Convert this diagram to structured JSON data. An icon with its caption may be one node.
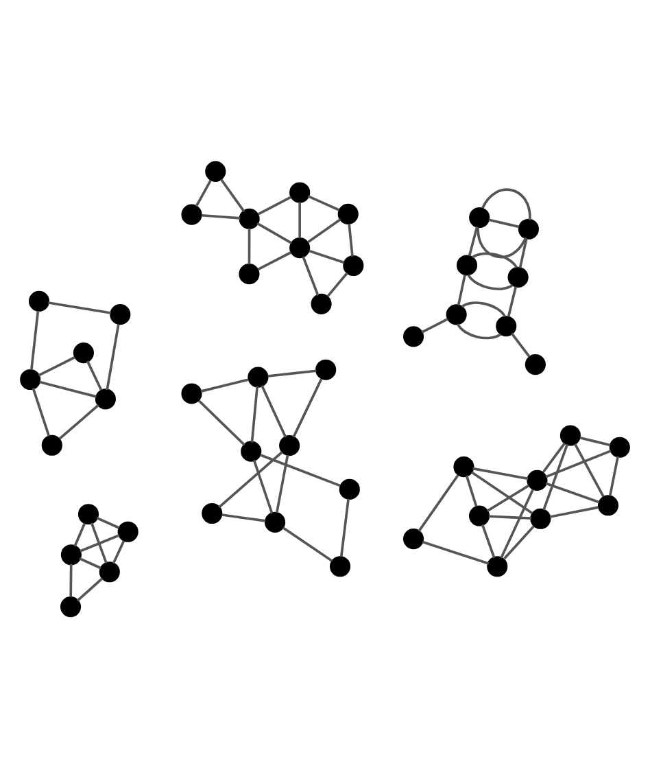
{
  "diagram": {
    "nodes": [
      {
        "text": [],
        "shape": "circle"
      },
      {
        "text": [],
        "shape": "circle"
      },
      {
        "text": [],
        "shape": "circle"
      },
      {
        "text": [],
        "shape": "circle"
      },
      {
        "text": [],
        "shape": "circle"
      },
      {
        "text": [],
        "shape": "circle"
      },
      {
        "text": [],
        "shape": "circle"
      },
      {
        "text": [],
        "shape": "circle"
      },
      {
        "text": [],
        "shape": "circle"
      },
      {
        "text": [],
        "shape": "circle"
      },
      {
        "text": [],
        "shape": "circle"
      },
      {
        "text": [],
        "shape": "circle"
      },
      {
        "text": [],
        "shape": "circle"
      },
      {
        "text": [],
        "shape": "circle"
      },
      {
        "text": [],
        "shape": "circle"
      },
      {
        "text": [],
        "shape": "circle"
      },
      {
        "text": [],
        "shape": "circle"
      },
      {
        "text": [],
        "shape": "circle"
      },
      {
        "text": [],
        "shape": "circle"
      },
      {
        "text": [],
        "shape": "circle"
      },
      {
        "text": [],
        "shape": "circle"
      },
      {
        "text": [],
        "shape": "circle"
      },
      {
        "text": [],
        "shape": "circle"
      },
      {
        "text": [],
        "shape": "circle"
      },
      {
        "text": [],
        "shape": "circle"
      },
      {
        "text": [],
        "shape": "circle"
      },
      {
        "text": [],
        "shape": "circle"
      },
      {
        "text": [],
        "shape": "circle"
      },
      {
        "text": [],
        "shape": "circle"
      },
      {
        "text": [],
        "shape": "circle"
      },
      {
        "text": [],
        "shape": "circle"
      },
      {
        "text": [],
        "shape": "circle"
      },
      {
        "text": [],
        "shape": "circle"
      },
      {
        "text": [],
        "shape": "circle"
      },
      {
        "text": [],
        "shape": "circle"
      },
      {
        "text": [],
        "shape": "circle"
      },
      {
        "text": [],
        "shape": "circle"
      },
      {
        "text": [],
        "shape": "circle"
      },
      {
        "text": [],
        "shape": "circle"
      },
      {
        "text": [],
        "shape": "circle"
      },
      {
        "text": [],
        "shape": "circle"
      },
      {
        "text": [],
        "shape": "circle"
      },
      {
        "text": [],
        "shape": "circle"
      },
      {
        "text": [],
        "shape": "circle"
      },
      {
        "text": [],
        "shape": "circle"
      },
      {
        "text": [],
        "shape": "circle"
      }
    ],
    "edges": [
      {
        "from": 0,
        "to": 1,
        "arrow": "none"
      },
      {
        "from": 0,
        "to": 2,
        "arrow": "none"
      },
      {
        "from": 1,
        "to": 2,
        "arrow": "none"
      },
      {
        "from": 1,
        "to": 3,
        "arrow": "none"
      },
      {
        "from": 2,
        "to": 4,
        "arrow": "none"
      },
      {
        "from": 3,
        "to": 4,
        "arrow": "none"
      },
      {
        "from": 1,
        "to": 4,
        "arrow": "none"
      },
      {
        "from": 2,
        "to": 3,
        "arrow": "none"
      },
      {
        "from": 5,
        "to": 6,
        "arrow": "none"
      },
      {
        "from": 5,
        "to": 7,
        "arrow": "none"
      },
      {
        "from": 6,
        "to": 7,
        "arrow": "none"
      },
      {
        "from": 6,
        "to": 8,
        "arrow": "none"
      },
      {
        "from": 7,
        "to": 8,
        "arrow": "none"
      },
      {
        "from": 6,
        "to": 9,
        "arrow": "none"
      },
      {
        "from": 7,
        "to": 10,
        "arrow": "none"
      },
      {
        "from": 9,
        "to": 10,
        "arrow": "none"
      },
      {
        "from": 11,
        "to": 14,
        "arrow": "none"
      },
      {
        "from": 11,
        "to": 16,
        "arrow": "none"
      },
      {
        "from": 12,
        "to": 14,
        "arrow": "none"
      },
      {
        "from": 12,
        "to": 15,
        "arrow": "none"
      },
      {
        "from": 14,
        "to": 15,
        "arrow": "none"
      },
      {
        "from": 13,
        "to": 15,
        "arrow": "none"
      },
      {
        "from": 13,
        "to": 17,
        "arrow": "none"
      },
      {
        "from": 14,
        "to": 16,
        "arrow": "none"
      },
      {
        "from": 15,
        "to": 17,
        "arrow": "none"
      },
      {
        "from": 16,
        "to": 17,
        "arrow": "none"
      },
      {
        "from": 16,
        "to": 18,
        "arrow": "none"
      },
      {
        "from": 17,
        "to": 19,
        "arrow": "none"
      },
      {
        "from": 18,
        "to": 19,
        "arrow": "none"
      },
      {
        "from": 20,
        "to": 21,
        "arrow": "none"
      },
      {
        "from": 21,
        "to": 22,
        "arrow": "none"
      },
      {
        "from": 22,
        "to": 23,
        "arrow": "none"
      },
      {
        "from": 23,
        "to": 24,
        "arrow": "none"
      },
      {
        "from": 24,
        "to": 25,
        "arrow": "none"
      },
      {
        "from": 25,
        "to": 26,
        "arrow": "none"
      },
      {
        "from": 26,
        "to": 27,
        "arrow": "none"
      },
      {
        "from": 21,
        "to": 26,
        "arrow": "none"
      },
      {
        "from": 21,
        "to": 26,
        "arrow": "none"
      },
      {
        "from": 22,
        "to": 25,
        "arrow": "none"
      },
      {
        "from": 22,
        "to": 25,
        "arrow": "none"
      },
      {
        "from": 23,
        "to": 24,
        "arrow": "none"
      },
      {
        "from": 23,
        "to": 24,
        "arrow": "none"
      },
      {
        "from": 29,
        "to": 30,
        "arrow": "none"
      },
      {
        "from": 30,
        "to": 31,
        "arrow": "none"
      },
      {
        "from": 28,
        "to": 30,
        "arrow": "none"
      },
      {
        "from": 28,
        "to": 31,
        "arrow": "none"
      },
      {
        "from": 29,
        "to": 32,
        "arrow": "none"
      },
      {
        "from": 29,
        "to": 33,
        "arrow": "none"
      },
      {
        "from": 30,
        "to": 33,
        "arrow": "none"
      },
      {
        "from": 30,
        "to": 34,
        "arrow": "none"
      },
      {
        "from": 32,
        "to": 33,
        "arrow": "none"
      },
      {
        "from": 33,
        "to": 34,
        "arrow": "none"
      },
      {
        "from": 32,
        "to": 35,
        "arrow": "none"
      },
      {
        "from": 33,
        "to": 35,
        "arrow": "none"
      },
      {
        "from": 33,
        "to": 36,
        "arrow": "none"
      },
      {
        "from": 35,
        "to": 36,
        "arrow": "none"
      },
      {
        "from": 37,
        "to": 42,
        "arrow": "none"
      },
      {
        "from": 37,
        "to": 43,
        "arrow": "none"
      },
      {
        "from": 42,
        "to": 44,
        "arrow": "none"
      },
      {
        "from": 38,
        "to": 39,
        "arrow": "none"
      },
      {
        "from": 39,
        "to": 40,
        "arrow": "none"
      },
      {
        "from": 40,
        "to": 41,
        "arrow": "none"
      },
      {
        "from": 38,
        "to": 42,
        "arrow": "none"
      },
      {
        "from": 39,
        "to": 43,
        "arrow": "none"
      },
      {
        "from": 40,
        "to": 44,
        "arrow": "none"
      },
      {
        "from": 41,
        "to": 45,
        "arrow": "none"
      },
      {
        "from": 43,
        "to": 44,
        "arrow": "none"
      },
      {
        "from": 44,
        "to": 45,
        "arrow": "none"
      },
      {
        "from": 38,
        "to": 43,
        "arrow": "none"
      },
      {
        "from": 38,
        "to": 44,
        "arrow": "none"
      },
      {
        "from": 39,
        "to": 42,
        "arrow": "none"
      },
      {
        "from": 39,
        "to": 45,
        "arrow": "none"
      },
      {
        "from": 40,
        "to": 45,
        "arrow": "none"
      },
      {
        "from": 41,
        "to": 44,
        "arrow": "none"
      }
    ]
  }
}
